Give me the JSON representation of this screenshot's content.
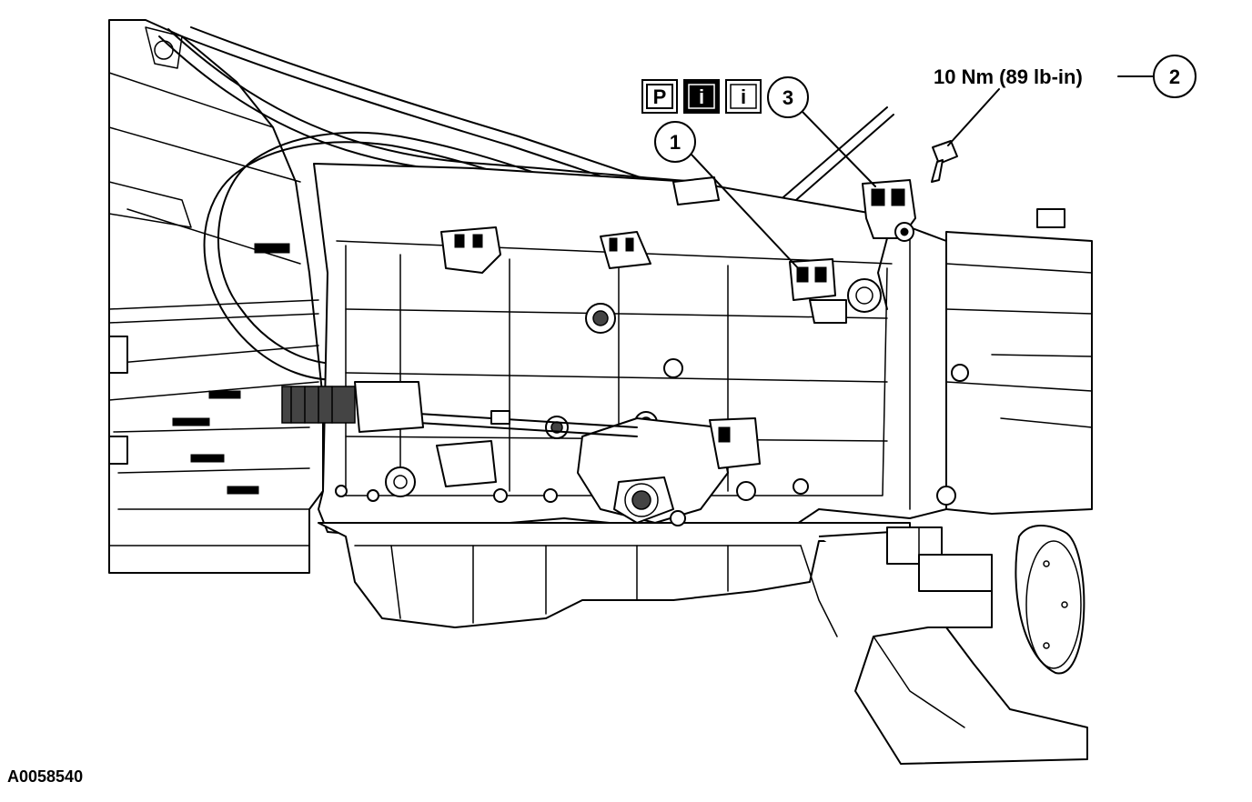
{
  "figure": {
    "figure_id": "A0058540",
    "torque_spec": "10 Nm (89 lb-in)",
    "callouts": [
      "1",
      "2",
      "3"
    ],
    "service_icons": [
      {
        "glyph": "P",
        "icon": "parts-icon",
        "style": "outlined"
      },
      {
        "glyph": "i",
        "icon": "info-icon-filled",
        "style": "filled"
      },
      {
        "glyph": "i",
        "icon": "info-icon",
        "style": "outlined"
      }
    ]
  }
}
